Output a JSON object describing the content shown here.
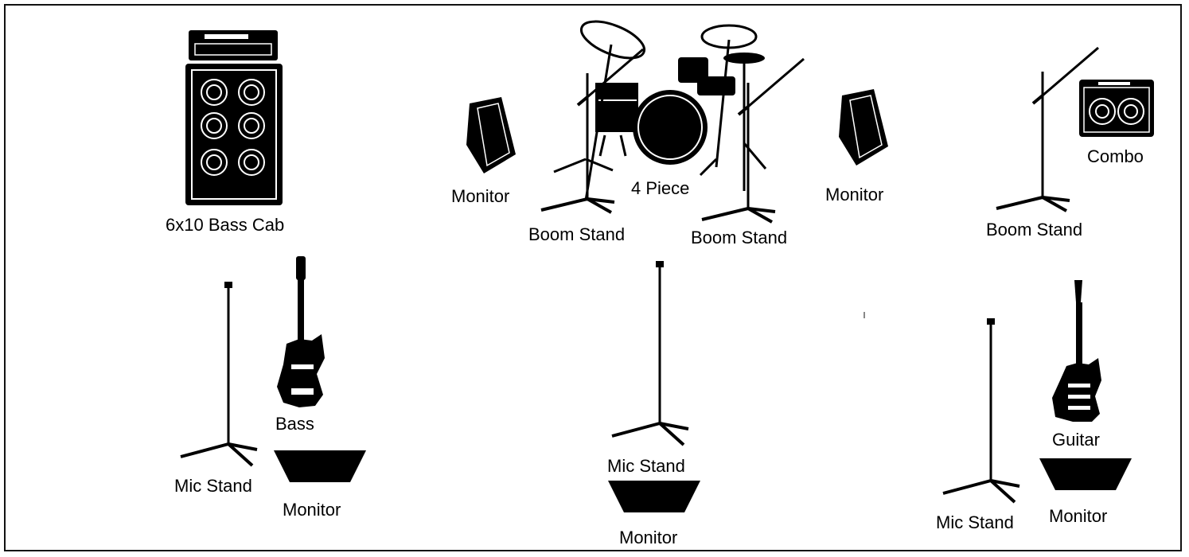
{
  "title": "",
  "labels": {
    "bass_cab": "6x10 Bass Cab",
    "drums": "4 Piece",
    "monitor_left_drum": "Monitor",
    "monitor_right_drum": "Monitor",
    "boom_stand_1": "Boom Stand",
    "boom_stand_2": "Boom Stand",
    "boom_stand_3": "Boom Stand",
    "combo": "Combo",
    "bass": "Bass",
    "mic_stand_left": "Mic Stand",
    "monitor_left": "Monitor",
    "mic_stand_center": "Mic Stand",
    "monitor_center": "Monitor",
    "guitar": "Guitar",
    "mic_stand_right": "Mic Stand",
    "monitor_right": "Monitor"
  },
  "colors": {
    "ink": "#000000",
    "background": "#ffffff",
    "line": "#ffffff"
  }
}
